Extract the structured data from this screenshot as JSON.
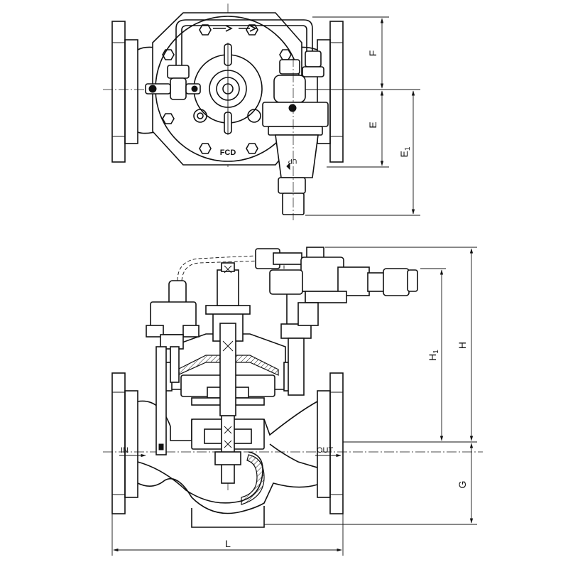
{
  "top_view": {
    "body_mark": "FCD",
    "pilot_mark": "UP",
    "dims": {
      "f": "F",
      "e": "E",
      "e1": "E",
      "e1_sub": "1"
    }
  },
  "front_view": {
    "inlet": "IN",
    "outlet": "OUT",
    "dims": {
      "h": "H",
      "h1": "H",
      "h1_sub": "1",
      "g": "G",
      "l": "L"
    }
  }
}
